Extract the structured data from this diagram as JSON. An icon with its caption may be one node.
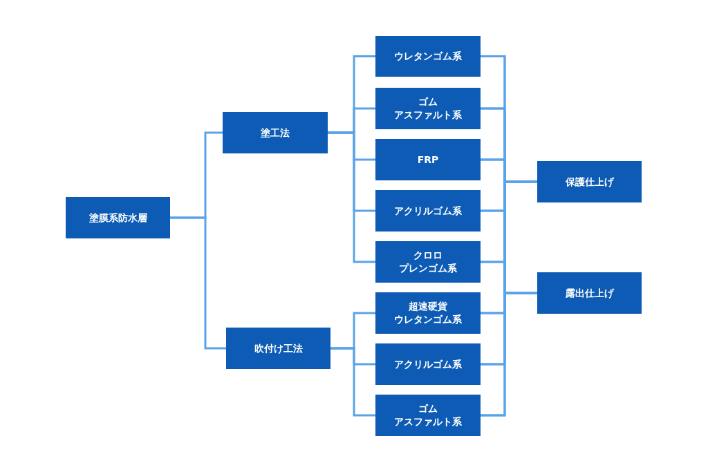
{
  "diagram": {
    "nodes": [
      {
        "text": [
          "塗膜系防水層"
        ]
      },
      {
        "text": [
          "塗工法"
        ]
      },
      {
        "text": [
          "吹付け工法"
        ]
      },
      {
        "text": [
          "ウレタンゴム系"
        ]
      },
      {
        "text": [
          "ゴムアスファルト系"
        ]
      },
      {
        "text": [
          "FRP"
        ]
      },
      {
        "text": [
          "アクリルゴム系"
        ]
      },
      {
        "text": [
          "クロロプレンゴム系"
        ]
      },
      {
        "text": [
          "超速硬貨ウレタンゴム系"
        ]
      },
      {
        "text": [
          "アクリルゴム系"
        ]
      },
      {
        "text": [
          "ゴムアスファルト系"
        ]
      },
      {
        "text": [
          "保護仕上げ"
        ]
      },
      {
        "text": [
          "露出仕上げ"
        ]
      }
    ],
    "edges": [
      {
        "from": 0,
        "to": 1,
        "arrow": "none"
      },
      {
        "from": 0,
        "to": 2,
        "arrow": "none"
      },
      {
        "from": 1,
        "to": 3,
        "arrow": "none"
      },
      {
        "from": 1,
        "to": 4,
        "arrow": "none"
      },
      {
        "from": 1,
        "to": 5,
        "arrow": "none"
      },
      {
        "from": 1,
        "to": 6,
        "arrow": "none"
      },
      {
        "from": 1,
        "to": 7,
        "arrow": "none"
      },
      {
        "from": 2,
        "to": 8,
        "arrow": "none"
      },
      {
        "from": 2,
        "to": 9,
        "arrow": "none"
      },
      {
        "from": 2,
        "to": 10,
        "arrow": "none"
      },
      {
        "from": 3,
        "to": 11,
        "arrow": "none"
      },
      {
        "from": 3,
        "to": 12,
        "arrow": "none"
      },
      {
        "from": 4,
        "to": 11,
        "arrow": "none"
      },
      {
        "from": 4,
        "to": 12,
        "arrow": "none"
      },
      {
        "from": 5,
        "to": 11,
        "arrow": "none"
      },
      {
        "from": 5,
        "to": 12,
        "arrow": "none"
      },
      {
        "from": 6,
        "to": 11,
        "arrow": "none"
      },
      {
        "from": 6,
        "to": 12,
        "arrow": "none"
      },
      {
        "from": 7,
        "to": 11,
        "arrow": "none"
      },
      {
        "from": 7,
        "to": 12,
        "arrow": "none"
      },
      {
        "from": 8,
        "to": 11,
        "arrow": "none"
      },
      {
        "from": 8,
        "to": 12,
        "arrow": "none"
      },
      {
        "from": 9,
        "to": 11,
        "arrow": "none"
      },
      {
        "from": 9,
        "to": 12,
        "arrow": "none"
      },
      {
        "from": 10,
        "to": 11,
        "arrow": "none"
      },
      {
        "from": 10,
        "to": 12,
        "arrow": "none"
      }
    ]
  }
}
